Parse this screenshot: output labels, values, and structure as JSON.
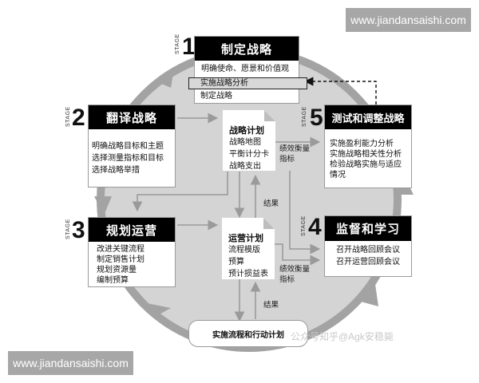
{
  "watermarks": {
    "top_right": "www.jiandansaishi.com",
    "bottom_left": "www.jiandansaishi.com",
    "overlay": "公众号知乎@Agk安稳毙"
  },
  "stage_word": "STAGE",
  "stages": [
    {
      "number": "1",
      "title": "制定战略",
      "items": [
        "明确使命、愿景和价值观",
        "实施战略分析",
        "制定战略"
      ],
      "highlighted_item": "实施战略分析"
    },
    {
      "number": "2",
      "title": "翻译战略",
      "items": [
        "明确战略目标和主题",
        "选择测量指标和目标",
        "选择战略举措"
      ]
    },
    {
      "number": "3",
      "title": "规划运营",
      "items": [
        "改进关键流程",
        "制定销售计划",
        "规划资源量",
        "编制预算"
      ]
    },
    {
      "number": "4",
      "title": "监督和学习",
      "items": [
        "召开战略回顾会议",
        "召开运营回顾会议"
      ]
    },
    {
      "number": "5",
      "title": "测试和调整战略",
      "items": [
        "实施盈利能力分析",
        "实施战略相关性分析",
        "检验战略实施与适应",
        "情况"
      ]
    }
  ],
  "documents": {
    "strategy_plan": {
      "title": "战略计划",
      "items": [
        "战略地图",
        "平衡计分卡",
        "战略支出"
      ]
    },
    "operations_plan": {
      "title": "运营计划",
      "items": [
        "流程模版",
        "预算",
        "预计损益表"
      ]
    }
  },
  "flow_labels": {
    "perf_metrics_top": [
      "绩效衡量",
      "指标"
    ],
    "perf_metrics_bottom": [
      "绩效衡量",
      "指标"
    ],
    "results_top": "结果",
    "results_bottom": "结果"
  },
  "execution_box": "实施流程和行动计划",
  "colors": {
    "circle_fill": "#d4d4d4",
    "ring": "#a3a3a3",
    "arrow": "#9a9a9a",
    "header_bg": "#000000",
    "watermark_bg": "#a7a7a7"
  }
}
